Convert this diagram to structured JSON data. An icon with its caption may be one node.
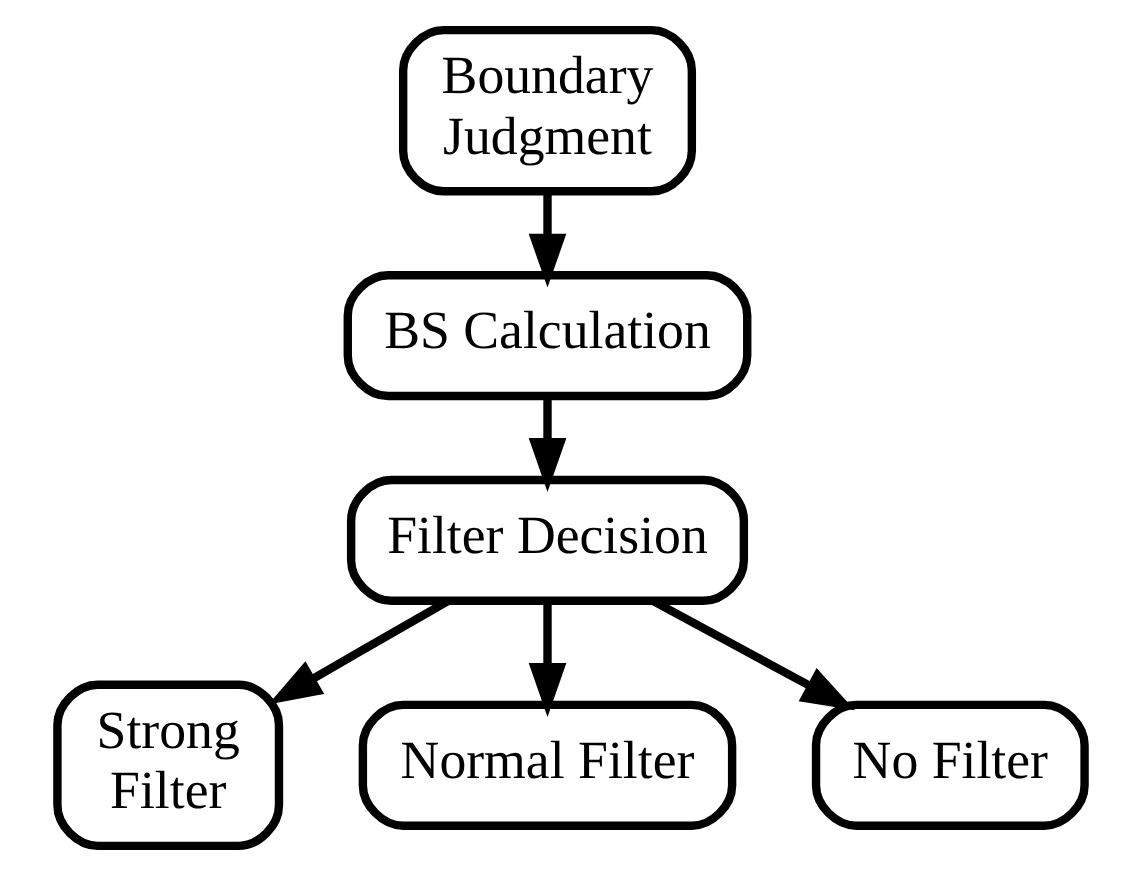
{
  "diagram": {
    "nodes": [
      {
        "text": [
          "Boundary Judgment"
        ]
      },
      {
        "text": [
          "BS Calculation"
        ]
      },
      {
        "text": [
          "Filter Decision"
        ]
      },
      {
        "text": [
          "Strong Filter"
        ]
      },
      {
        "text": [
          "Normal Filter"
        ]
      },
      {
        "text": [
          "No Filter"
        ]
      }
    ],
    "edges": [
      {
        "from": 0,
        "to": 1,
        "arrow": "to"
      },
      {
        "from": 1,
        "to": 2,
        "arrow": "to"
      },
      {
        "from": 2,
        "to": 3,
        "arrow": "to"
      },
      {
        "from": 2,
        "to": 4,
        "arrow": "to"
      },
      {
        "from": 2,
        "to": 5,
        "arrow": "to"
      }
    ]
  }
}
